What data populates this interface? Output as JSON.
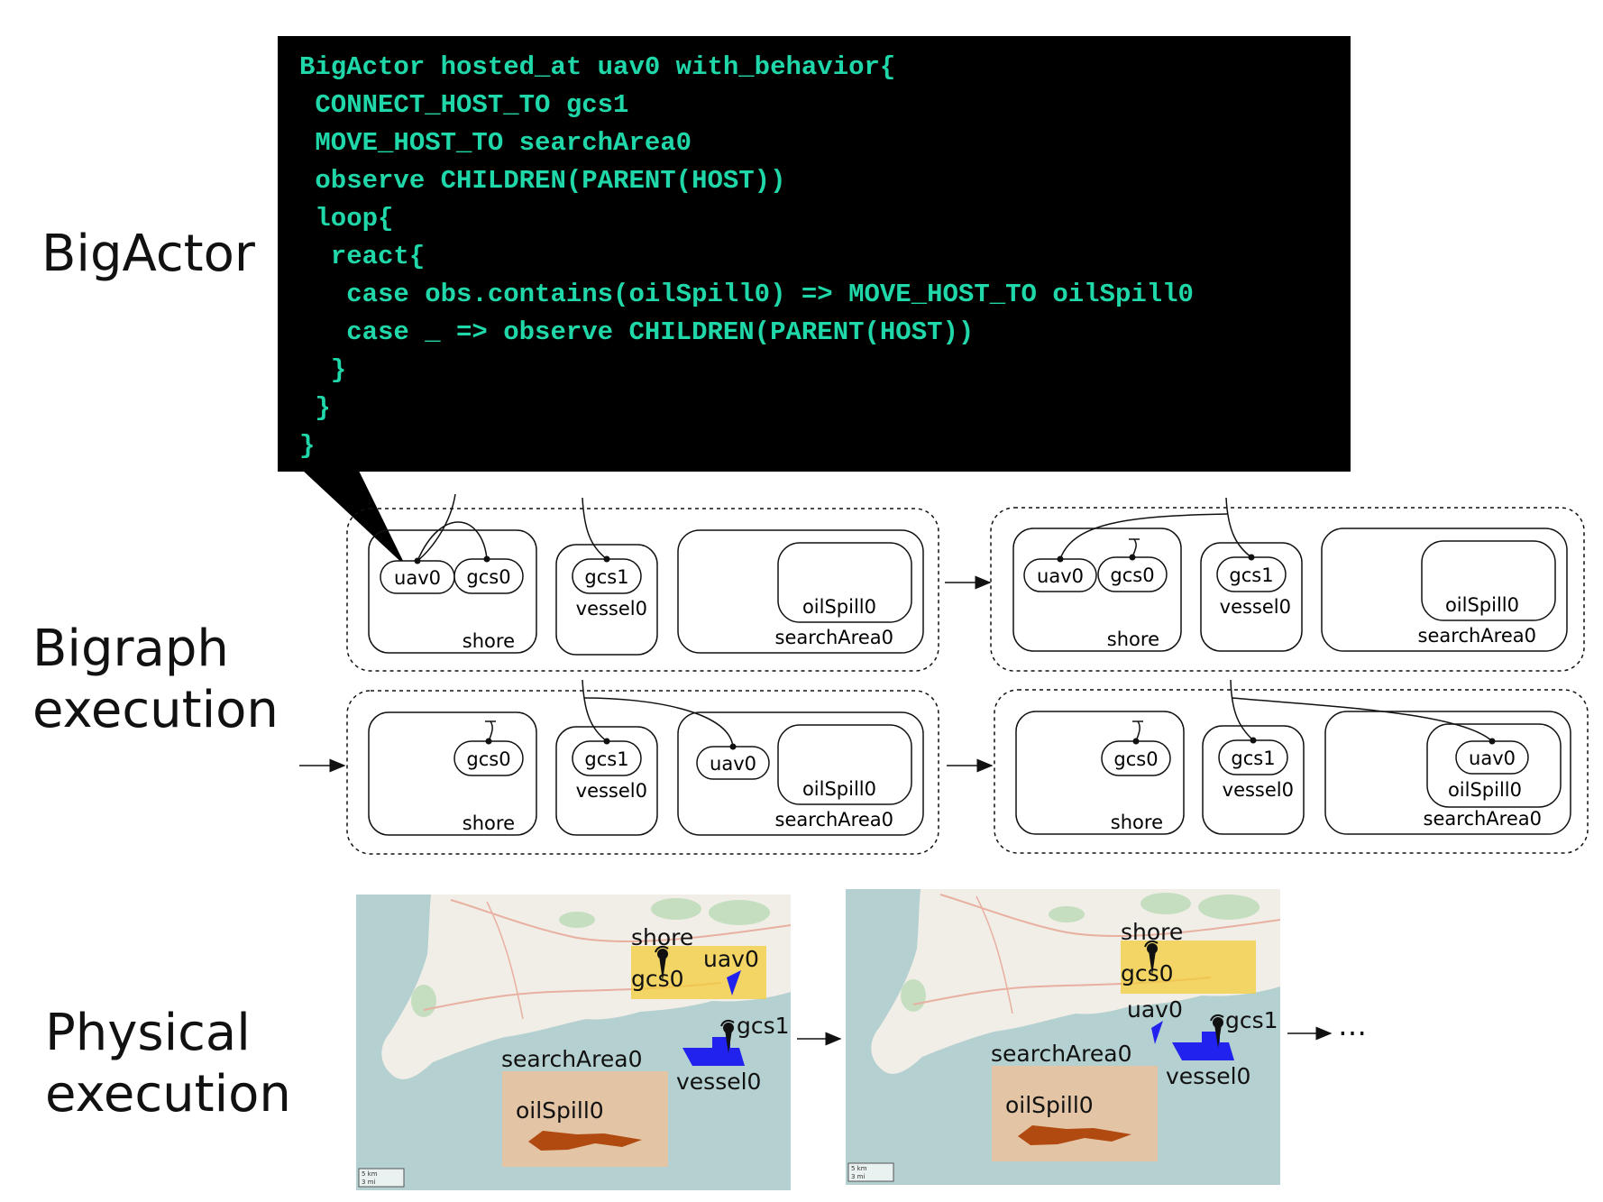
{
  "labels": {
    "bigactor": "BigActor",
    "bigraph_line1": "Bigraph",
    "bigraph_line2": "execution",
    "physical_line1": "Physical",
    "physical_line2": "execution"
  },
  "code": {
    "lines": [
      "BigActor hosted_at uav0 with_behavior{",
      " CONNECT_HOST_TO gcs1",
      " MOVE_HOST_TO searchArea0",
      " observe CHILDREN(PARENT(HOST))",
      " loop{",
      "  react{",
      "   case obs.contains(oilSpill0) => MOVE_HOST_TO oilSpill0",
      "   case _ => observe CHILDREN(PARENT(HOST))",
      "  }",
      " }",
      "}"
    ]
  },
  "bigraph": {
    "shore": "shore",
    "vessel": "vessel0",
    "search_area": "searchArea0",
    "oil_spill": "oilSpill0",
    "uav": "uav0",
    "gcs0": "gcs0",
    "gcs1": "gcs1"
  },
  "physical": {
    "shore": "shore",
    "gcs0": "gcs0",
    "gcs1": "gcs1",
    "uav": "uav0",
    "vessel": "vessel0",
    "search_area": "searchArea0",
    "oil_spill": "oilSpill0",
    "ellipsis": "…",
    "scale_km": "5 km",
    "scale_mi": "3 mi"
  },
  "colors": {
    "code_bg": "#000000",
    "code_text": "#1fd7a8",
    "sea": "#b5d0d0",
    "land": "#f1eee8",
    "shore_zone": "#f2cc3a",
    "search_zone": "#e8c2a0",
    "oil_spill": "#b04a10",
    "uav": "#2222ee",
    "vessel": "#2222ee"
  }
}
